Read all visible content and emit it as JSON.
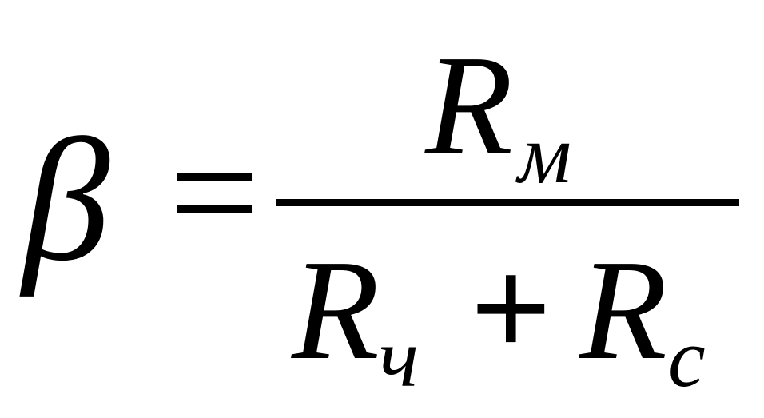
{
  "formula": {
    "lhs": "β",
    "equals": "=",
    "numerator": {
      "symbol": "R",
      "subscript": "м"
    },
    "denominator": {
      "term1": {
        "symbol": "R",
        "subscript": "ч"
      },
      "operator": "+",
      "term2": {
        "symbol": "R",
        "subscript": "c"
      }
    }
  }
}
